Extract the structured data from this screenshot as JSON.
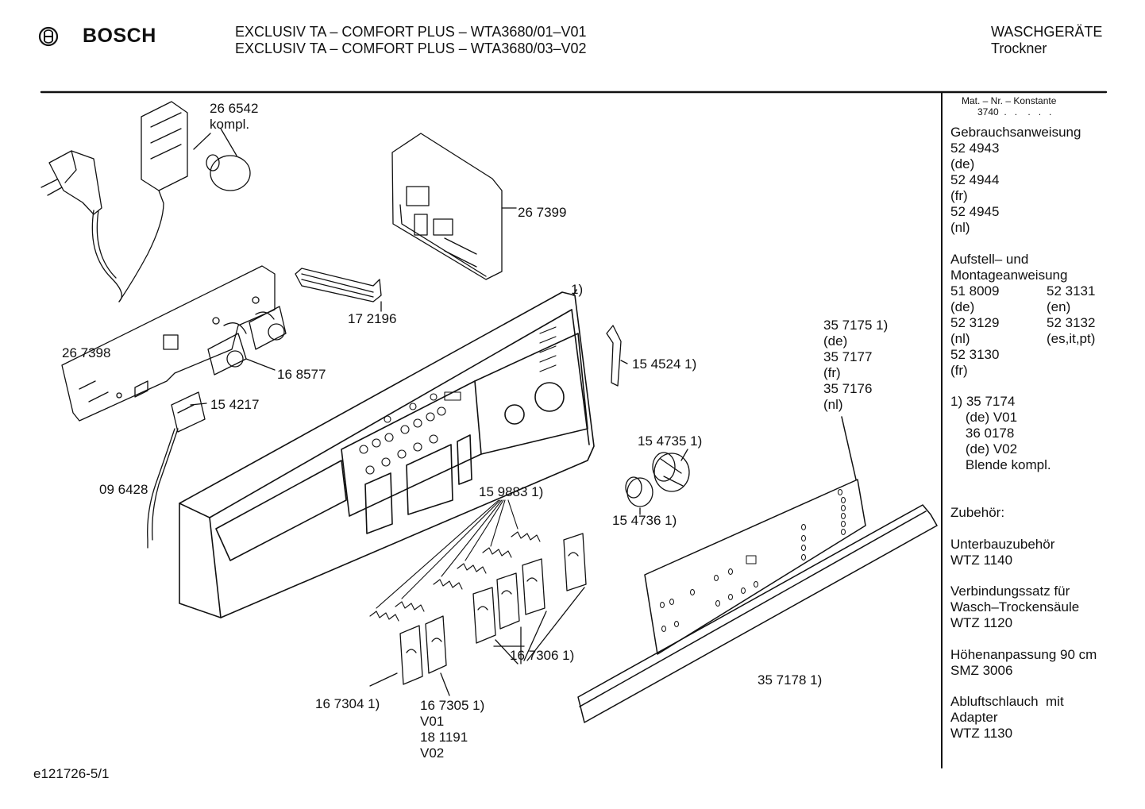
{
  "header": {
    "brand": "BOSCH",
    "model_line_1": "EXCLUSIV TA – COMFORT PLUS – WTA3680/01–V01",
    "model_line_2": "EXCLUSIV TA – COMFORT PLUS – WTA3680/03–V02",
    "category": "WASCHGERÄTE",
    "subcategory": "Trockner"
  },
  "parts": {
    "p266542": "26 6542\nkompl.",
    "p267399": "26 7399",
    "p172196": "17 2196",
    "p267398": "26 7398",
    "p168577": "16 8577",
    "p154217": "15 4217",
    "p096428": "09 6428",
    "p154524": "15 4524 1)",
    "p357175": "35 7175 1)\n(de)\n35 7177\n(fr)\n35 7176\n(nl)",
    "p154735": "15 4735 1)",
    "p154736": "15 4736 1)",
    "p159883": "15 9883 1)",
    "p167306": "16 7306 1)",
    "p167304": "16 7304 1)",
    "p167305": "16 7305 1)\nV01\n18 1191\nV02",
    "p357178": "35 7178 1)",
    "panel_note": "1)"
  },
  "sidebar": {
    "mat_nr": "Mat. – Nr. – Konstante\n      3740  .   .    .   .   .",
    "gebrauch": "Gebrauchsanweisung\n52 4943\n(de)\n52 4944\n(fr)\n52 4945\n(nl)",
    "aufstell_title": "Aufstell– und\nMontageanweisung",
    "aufstell_col1": "51 8009\n(de)\n52 3129\n(nl)\n52 3130\n(fr)",
    "aufstell_col2": "52 3131\n(en)\n52 3132\n(es,it,pt)",
    "footnote": "1) 35 7174\n    (de) V01\n    36 0178\n    (de) V02\n    Blende kompl.",
    "zubehoer": "Zubehör:",
    "unterbau": "Unterbauzubehör\nWTZ 1140",
    "verbindung": "Verbindungssatz für\nWasch–Trockensäule\nWTZ 1120",
    "hoehen": "Höhenanpassung 90 cm\nSMZ 3006",
    "abluft": "Abluftschlauch  mit\nAdapter\nWTZ 1130"
  },
  "footer": {
    "drawing_id": "e121726-5/1"
  }
}
